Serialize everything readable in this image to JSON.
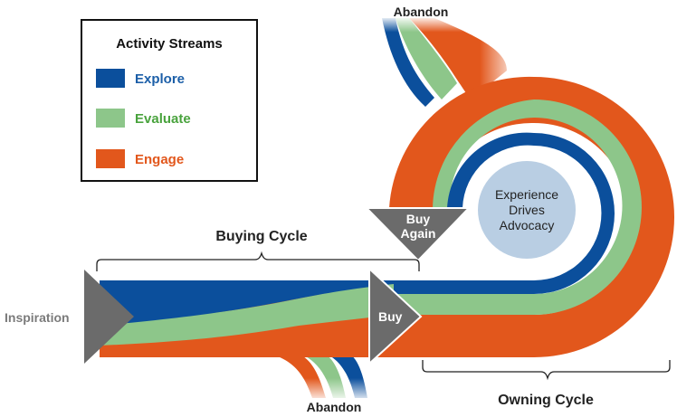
{
  "legend": {
    "title": "Activity Streams",
    "items": [
      {
        "label": "Explore",
        "color": "#0b4f9c"
      },
      {
        "label": "Evaluate",
        "color": "#8dc68a"
      },
      {
        "label": "Engage",
        "color": "#e2571c"
      }
    ]
  },
  "labels": {
    "inspiration": "Inspiration",
    "buying_cycle": "Buying Cycle",
    "owning_cycle": "Owning Cycle",
    "buy": "Buy",
    "buy_again_1": "Buy",
    "buy_again_2": "Again",
    "abandon_top": "Abandon",
    "abandon_bottom": "Abandon",
    "center_1": "Experience",
    "center_2": "Drives",
    "center_3": "Advocacy"
  },
  "colors": {
    "explore": "#0b4f9c",
    "evaluate": "#8dc68a",
    "engage": "#e2571c",
    "gray": "#6b6b6b",
    "center_circle": "#b9cee3",
    "legend_explore_text": "#1c5fa8",
    "legend_evaluate_text": "#4aa33e",
    "legend_engage_text": "#e2571c"
  }
}
